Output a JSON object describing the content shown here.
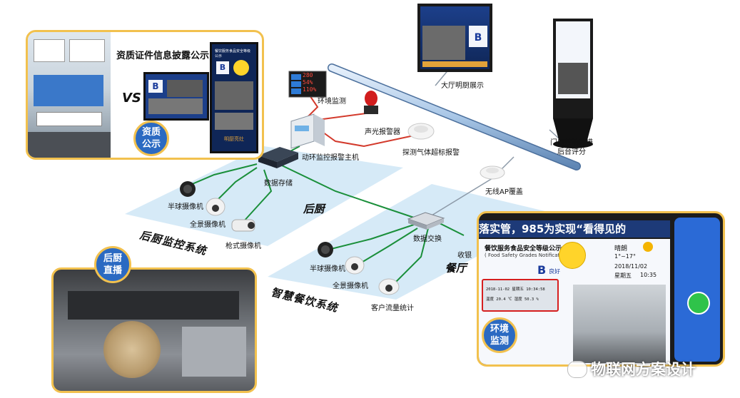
{
  "colors": {
    "zone": "#cfe6f6",
    "green_link": "#1a8f3a",
    "red_link": "#d33a2c",
    "gray_link": "#8d9aa8",
    "backbone": "#a8c6e6",
    "badge_fill": "#2b6ac2",
    "badge_ring": "#f2c14e",
    "panel_border": "#f2c14e"
  },
  "disclosure": {
    "title": "资质证件信息披露公示",
    "vs": "VS",
    "badge": [
      "资质",
      "公示"
    ]
  },
  "devices": {
    "env_monitor": "环境监测",
    "sound_alarm": "声光报警器",
    "gas_alarm": "探测气体超标报警",
    "host": "动环监控报警主机",
    "storage": "数据存储",
    "lobby_display": "大厅明厨展示",
    "kiosk": [
      "门口落地触摸",
      "后台评分"
    ],
    "ap": "无线AP覆盖",
    "switch": "数据交换",
    "cashier": "收银",
    "dome_cam_kitchen": "半球摄像机",
    "pano_cam_kitchen": "全景摄像机",
    "bullet_cam": "枪式摄像机",
    "dome_cam_hall": "半球摄像机",
    "pano_cam_hall": "全景摄像机",
    "flow_counter": "客户流量统计"
  },
  "zones": {
    "kitchen": "后厨",
    "kitchen_system": "后厨监控系统",
    "hall": "餐厅",
    "hall_system": "智慧餐饮系统"
  },
  "kitchen_live": {
    "badge": [
      "后厨",
      "直播"
    ]
  },
  "env_panel": {
    "banner": "落实管，985为实现“看得见的",
    "board_title": "餐饮服务食品安全等级公示",
    "board_subtitle": "( Food Safety Grades Notification )",
    "grade": "B",
    "grade_label": "良好",
    "weather": "晴朗",
    "temp": "1°~17°",
    "date": "2018/11/02",
    "weekday": "星期五",
    "time": "10:35",
    "reading_line1": "2018-11-02  星期五  10:34:58",
    "reading_line2": "温度 20.4 ℃  湿度 50.3 %",
    "badge": [
      "环境",
      "监测"
    ]
  },
  "small_panel": {
    "grade": "B",
    "title": "餐饮服务食品安全等级公示",
    "footer": "明厨亮灶"
  },
  "lcd": {
    "row1": "280",
    "row2": "54%",
    "row3": "110%"
  },
  "watermark": "物联网方案设计"
}
